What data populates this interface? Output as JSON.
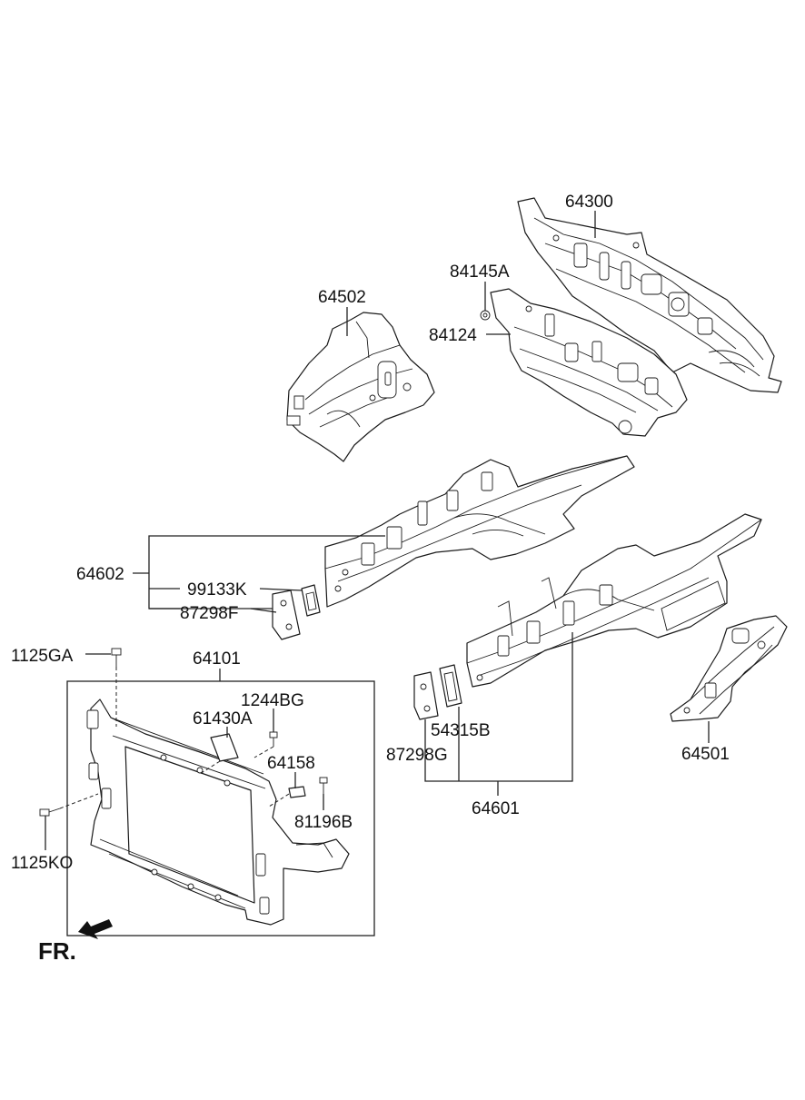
{
  "labels": {
    "p64300": "64300",
    "p84145A": "84145A",
    "p84124": "84124",
    "p64502": "64502",
    "p64602": "64602",
    "p99133K": "99133K",
    "p87298F": "87298F",
    "p1125GA": "1125GA",
    "p64101": "64101",
    "p1244BG": "1244BG",
    "p61430A": "61430A",
    "p64158": "64158",
    "p81196B": "81196B",
    "p1125KO": "1125KO",
    "p54315B": "54315B",
    "p87298G": "87298G",
    "p64601": "64601",
    "p64501": "64501",
    "fr": "FR."
  }
}
